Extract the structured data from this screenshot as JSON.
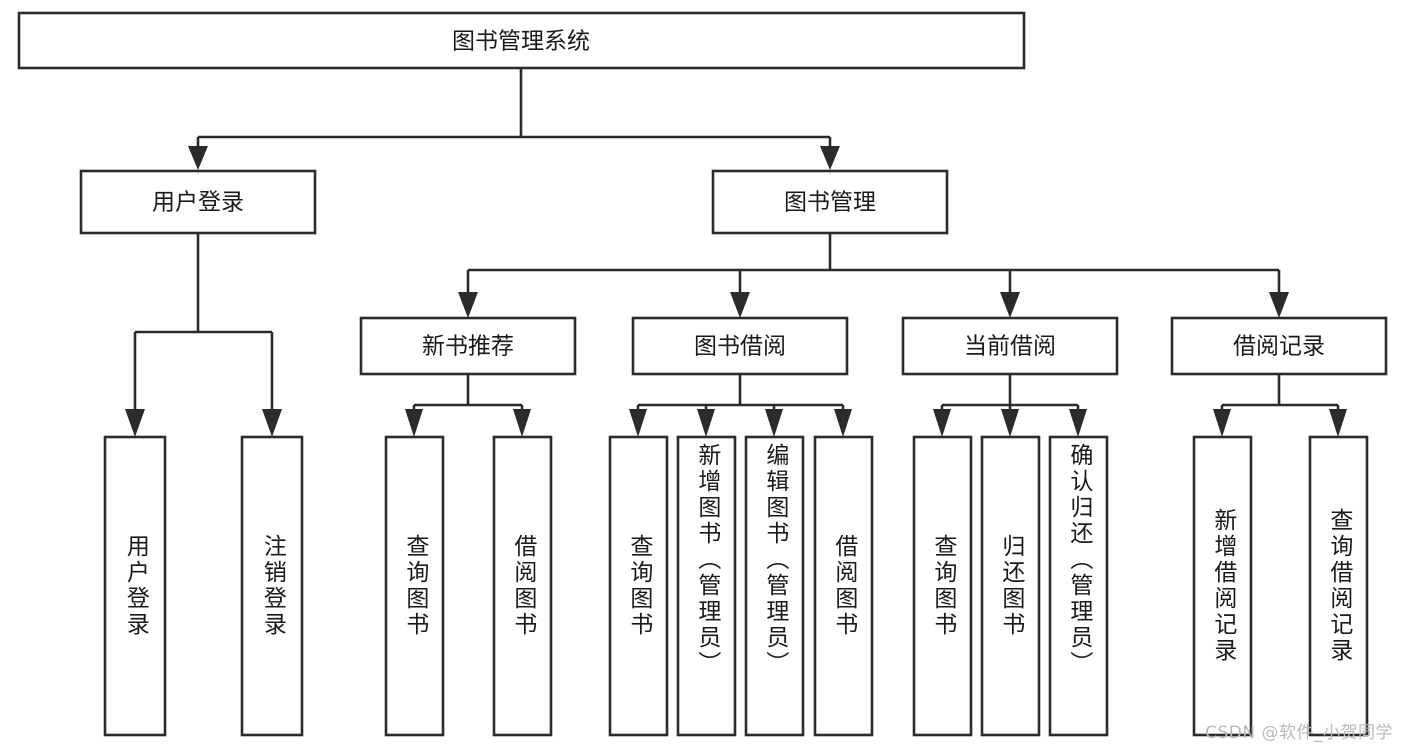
{
  "diagram": {
    "type": "tree",
    "title": "图书管理系统",
    "orientation": "top-down",
    "style": {
      "box_fill": "#ffffff",
      "box_stroke": "#2b2b2b",
      "connector_stroke": "#2b2b2b",
      "text_color": "#1a1a1a",
      "background": "#ffffff"
    },
    "root": {
      "label": "图书管理系统"
    },
    "level1": [
      {
        "label": "用户登录"
      },
      {
        "label": "图书管理"
      }
    ],
    "level2": [
      {
        "label": "新书推荐"
      },
      {
        "label": "图书借阅"
      },
      {
        "label": "当前借阅"
      },
      {
        "label": "借阅记录"
      }
    ],
    "leaves": {
      "user_login": [
        {
          "label": "用户登录"
        },
        {
          "label": "注销登录"
        }
      ],
      "new_book_recommend": [
        {
          "label": "查询图书"
        },
        {
          "label": "借阅图书"
        }
      ],
      "book_borrow": [
        {
          "label": "查询图书"
        },
        {
          "label": "新增图书（管理员）"
        },
        {
          "label": "编辑图书（管理员）"
        },
        {
          "label": "借阅图书"
        }
      ],
      "current_borrow": [
        {
          "label": "查询图书"
        },
        {
          "label": "归还图书"
        },
        {
          "label": "确认归还（管理员）"
        }
      ],
      "borrow_record": [
        {
          "label": "新增借阅记录"
        },
        {
          "label": "查询借阅记录"
        }
      ]
    }
  },
  "watermark": {
    "text": "CSDN @软件_小贺同学"
  }
}
